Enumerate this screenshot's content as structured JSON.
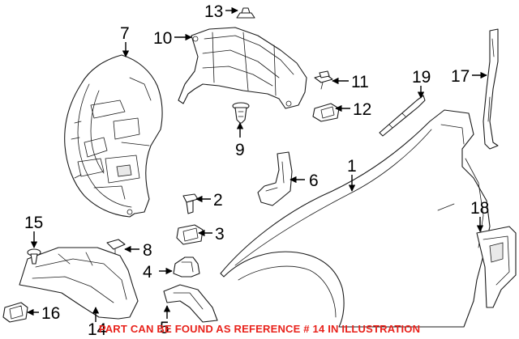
{
  "callouts": [
    "1",
    "2",
    "3",
    "4",
    "5",
    "6",
    "7",
    "8",
    "9",
    "10",
    "11",
    "12",
    "13",
    "14",
    "15",
    "16",
    "17",
    "18",
    "19"
  ],
  "footer_note": "PART CAN BE FOUND AS REFERENCE # 14 IN ILLUSTRATION",
  "colors": {
    "line": "#1a1a1a",
    "note": "#e8221b",
    "background": "#ffffff"
  }
}
